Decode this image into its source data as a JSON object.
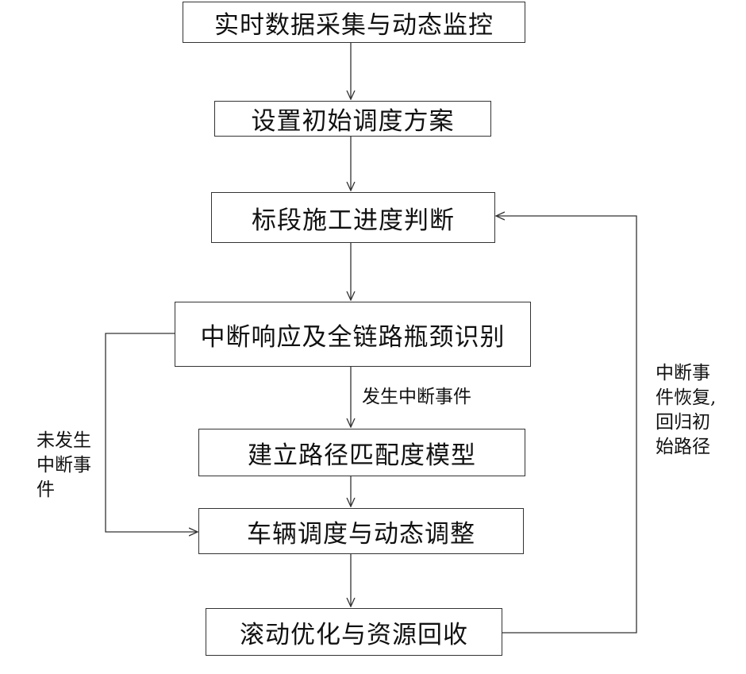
{
  "steps": {
    "s1": "实时数据采集与动态监控",
    "s2": "设置初始调度方案",
    "s3": "标段施工进度判断",
    "s4": "中断响应及全链路瓶颈识别",
    "s5": "建立路径匹配度模型",
    "s6": "车辆调度与动态调整",
    "s7": "滚动优化与资源回收"
  },
  "edge_labels": {
    "interrupt_occurred": "发生中断事件",
    "no_interrupt": "未发生\n中断事\n件",
    "recovered": "中断事\n件恢复,\n回归初\n始路径"
  }
}
